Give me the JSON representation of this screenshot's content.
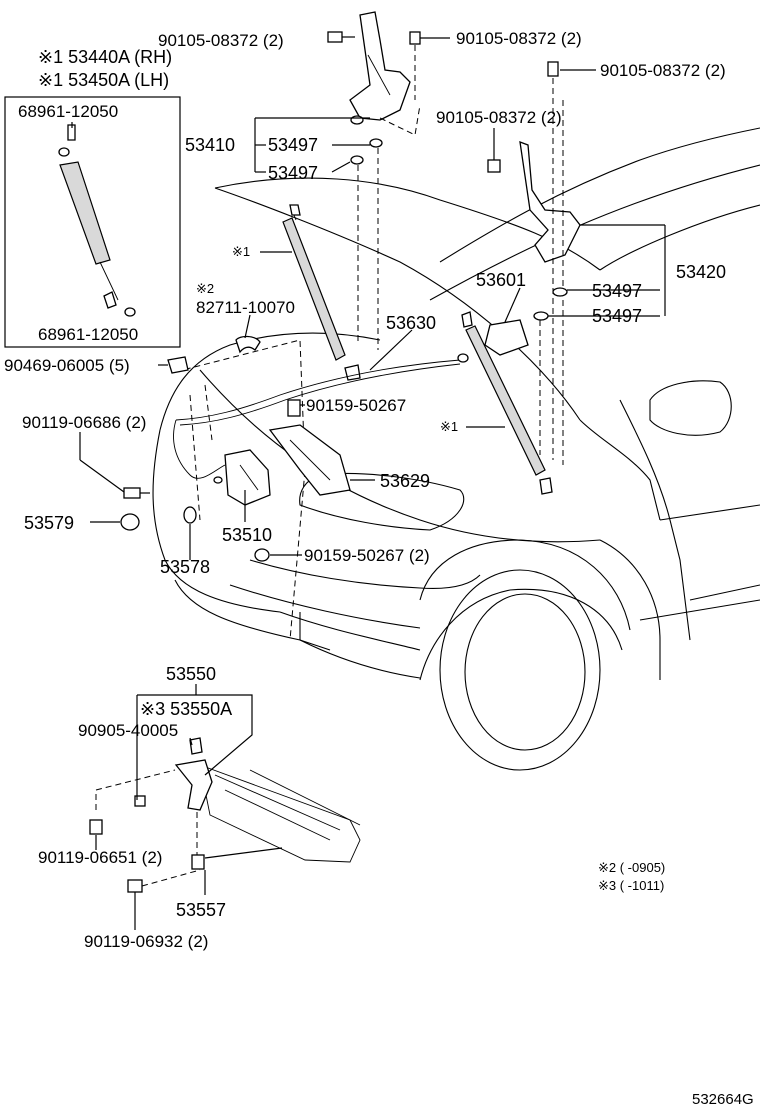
{
  "labels": {
    "p_90105_a": "90105-08372 (2)",
    "p_90105_b": "90105-08372 (2)",
    "p_90105_c": "90105-08372 (2)",
    "p_90105_d": "90105-08372 (2)",
    "p_53440a": "※1 53440A (RH)",
    "p_53450a": "※1 53450A (LH)",
    "p_68961_top": "68961-12050",
    "p_68961_bot": "68961-12050",
    "p_53410": "53410",
    "p_53497_a": "53497",
    "p_53497_b": "53497",
    "p_53497_c": "53497",
    "p_53497_d": "53497",
    "p_53420": "53420",
    "p_x1_a": "※1",
    "p_x1_b": "※1",
    "p_x2": "※2",
    "p_82711": "82711-10070",
    "p_53630": "53630",
    "p_53601": "53601",
    "p_90469": "90469-06005 (5)",
    "p_90119_a": "90119-06686 (2)",
    "p_90159_a": "90159-50267",
    "p_53629": "53629",
    "p_53579": "53579",
    "p_53510": "53510",
    "p_53578": "53578",
    "p_90159_b": "90159-50267 (2)",
    "p_53550": "53550",
    "p_53550a": "※3 53550A",
    "p_90905": "90905-40005",
    "p_90119_b": "90119-06651 (2)",
    "p_53557": "53557",
    "p_90119_c": "90119-06932 (2)",
    "note_2": "※2 (      -0905)",
    "note_3": "※3 (      -1011)",
    "diagram_id": "532664G"
  }
}
